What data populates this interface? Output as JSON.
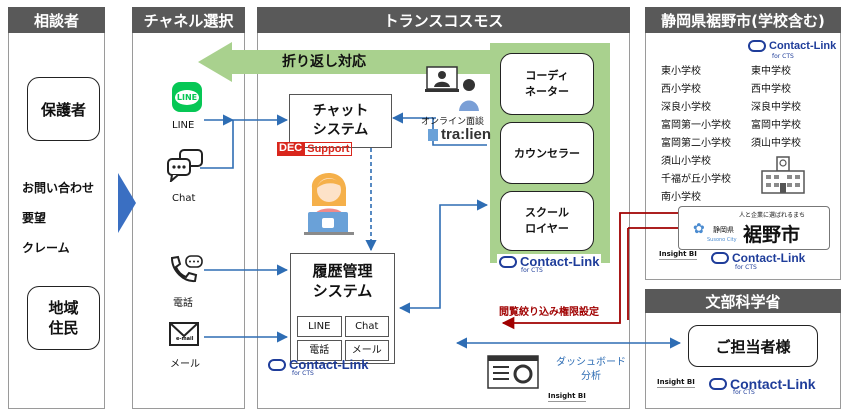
{
  "columns": {
    "consultant": "相談者",
    "channel": "チャネル選択",
    "transcosmos": "トランスコスモス",
    "city": "静岡県裾野市(学校含む)"
  },
  "consultant": {
    "guardian": "保護者",
    "inquiries": [
      "お問い合わせ",
      "要望",
      "クレーム"
    ],
    "residents": "地域\n住民"
  },
  "channels": {
    "line": "LINE",
    "chat": "Chat",
    "phone": "電話",
    "mail": "メール",
    "mail_icon_text": "e-mail",
    "line_icon_text": "LINE"
  },
  "callback_label": "折り返し対応",
  "chat_system": "チャット\nシステム",
  "dec_support": {
    "dec": "DEC",
    "support": "Support"
  },
  "history_system": {
    "title": "履歴管理\nシステム",
    "cells": [
      "LINE",
      "Chat",
      "電話",
      "メール"
    ]
  },
  "online_interview": "オンライン面談",
  "tralien": "tra:lien",
  "staff": [
    "コーディ\nネーター",
    "カウンセラー",
    "スクール\nロイヤー"
  ],
  "contact_link": {
    "name": "Contact-Link",
    "sub": "for CTS"
  },
  "schools_left": [
    "東小学校",
    "西小学校",
    "深良小学校",
    "富岡第一小学校",
    "富岡第二小学校",
    "須山小学校",
    "千福が丘小学校",
    "南小学校"
  ],
  "schools_right": [
    "東中学校",
    "西中学校",
    "深良中学校",
    "富岡中学校",
    "須山中学校"
  ],
  "susono": {
    "tagline": "人と企業に選ばれるまち",
    "pref": "静岡県",
    "city": "裾野市",
    "english": "Susono City"
  },
  "insight_bi": "Insight BI",
  "permission_label": "閲覧絞り込み権限設定",
  "ministry": {
    "title": "文部科学省",
    "person": "ご担当者様"
  },
  "dashboard": "ダッシュボード\n分析",
  "colors": {
    "header": "#595959",
    "green": "#a9d18e",
    "blue_arrow": "#2e6db4",
    "dark_red": "#a00000",
    "brand": "#1f3d9a"
  }
}
